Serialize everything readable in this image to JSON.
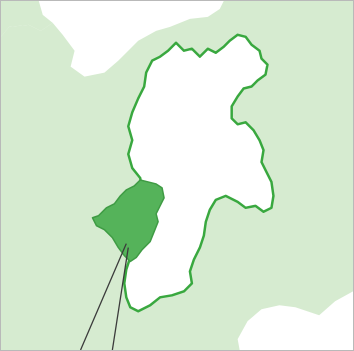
{
  "map": {
    "colors": {
      "sea": "#ffffff",
      "surrounding_land": "#d6ebd0",
      "region_fill": "#ffffff",
      "region_border": "#39a83f",
      "highlight_fill": "#55b35a",
      "highlight_border": "#3f9b44",
      "frame_border": "#b9b9b9",
      "pointer_line": "#3b3b3b"
    },
    "layers": [
      "surrounding-land",
      "region",
      "highlighted-area",
      "pointer-lines"
    ]
  }
}
